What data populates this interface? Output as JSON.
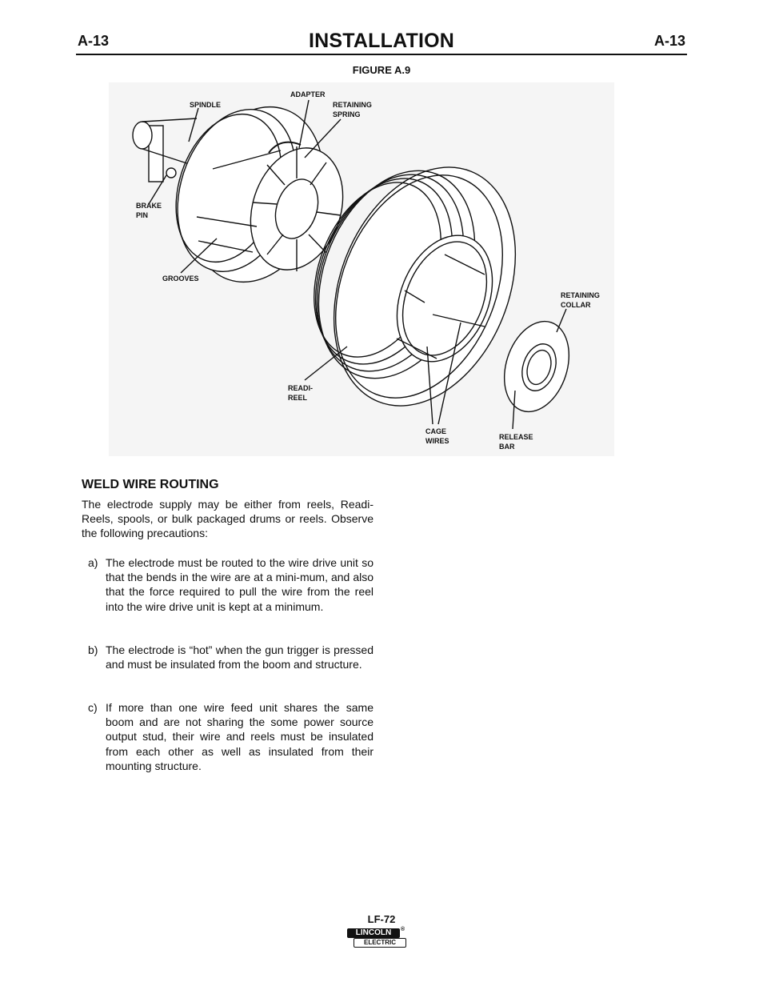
{
  "header": {
    "page_left": "A-13",
    "page_right": "A-13",
    "title": "INSTALLATION"
  },
  "figure": {
    "caption": "FIGURE A.9",
    "labels": {
      "adapter": "ADAPTER",
      "spindle": "SPINDLE",
      "retaining_spring_1": "RETAINING",
      "retaining_spring_2": "SPRING",
      "brake_pin_1": "BRAKE",
      "brake_pin_2": "PIN",
      "grooves": "GROOVES",
      "retaining_collar_1": "RETAINING",
      "retaining_collar_2": "COLLAR",
      "readi_reel_1": "READI-",
      "readi_reel_2": "REEL",
      "cage_wires_1": "CAGE",
      "cage_wires_2": "WIRES",
      "release_bar_1": "RELEASE",
      "release_bar_2": "BAR"
    }
  },
  "section": {
    "heading": "WELD WIRE ROUTING",
    "intro": "The electrode supply may be either from reels, Readi-Reels, spools, or bulk packaged drums or reels. Observe the following precautions:",
    "items": [
      {
        "marker": "a)",
        "text": "The electrode must be routed to the wire drive unit so that the bends in the wire are at a mini-mum, and also that the force required to pull the wire from the reel into the wire drive unit is kept at a minimum."
      },
      {
        "marker": "b)",
        "text": "The electrode is “hot” when the gun trigger is pressed and must be insulated from the boom and structure."
      },
      {
        "marker": "c)",
        "text": "If more than one wire feed unit shares the same boom and are not sharing the some power source output stud, their wire and reels must be insulated from each other as well as insulated from their mounting structure."
      }
    ]
  },
  "footer": {
    "model": "LF-72",
    "logo_top": "LINCOLN",
    "logo_bottom": "ELECTRIC",
    "logo_reg": "®"
  }
}
